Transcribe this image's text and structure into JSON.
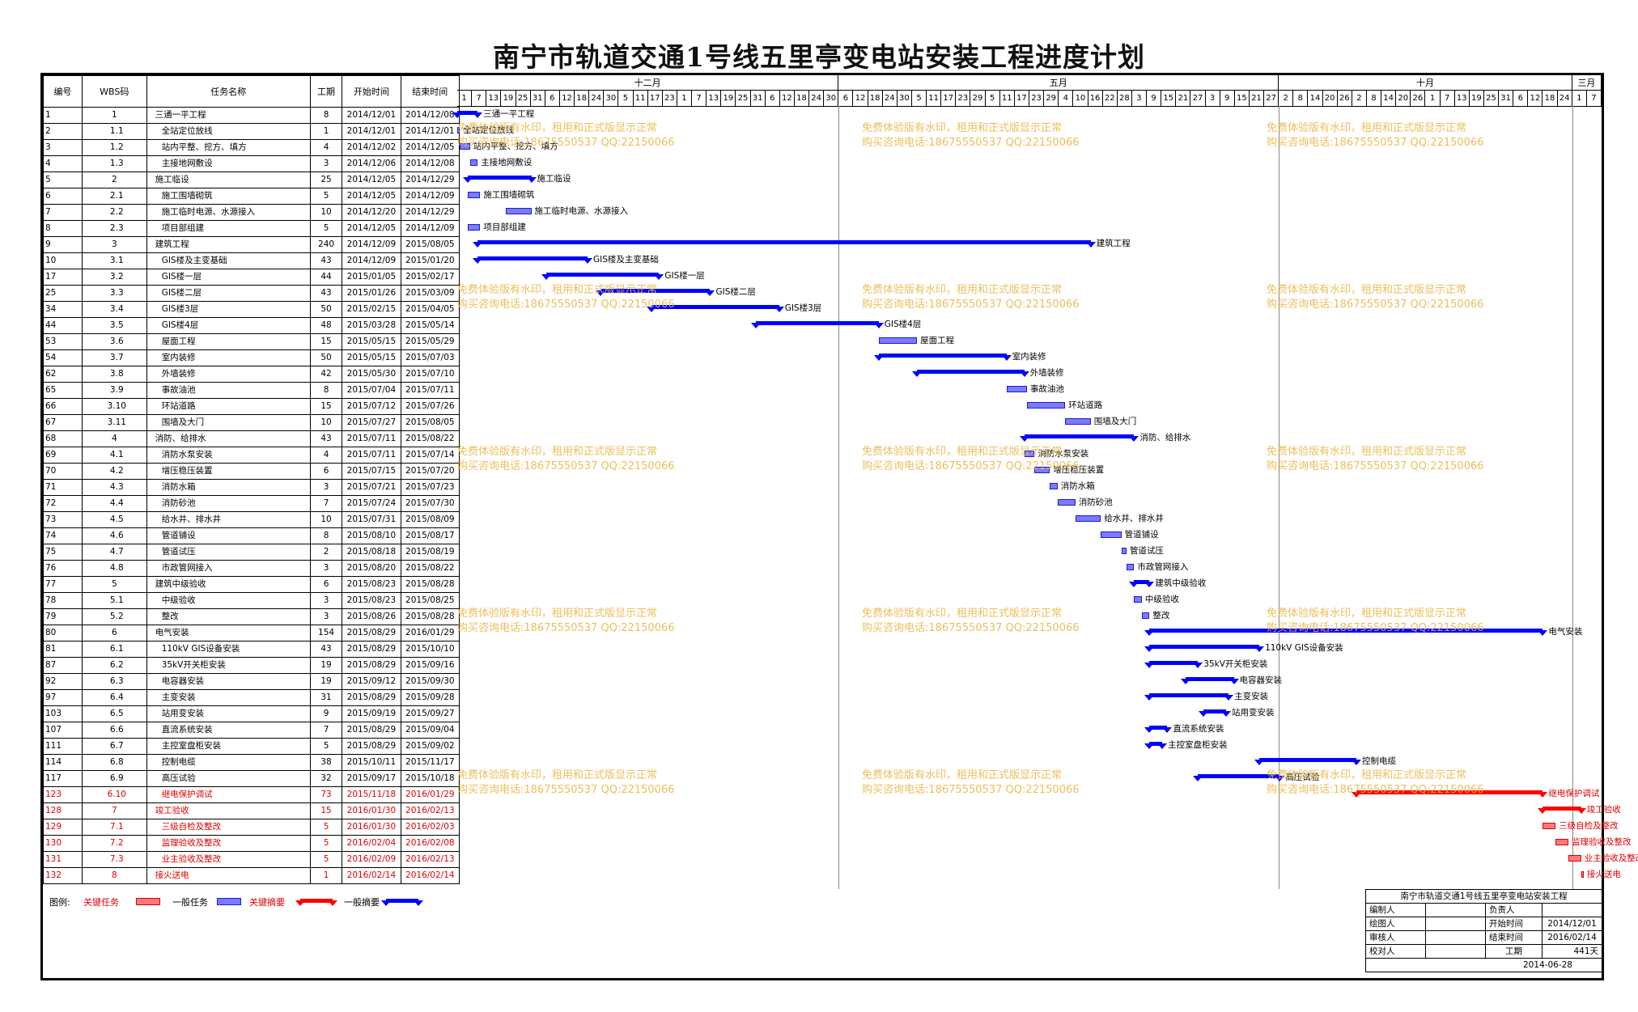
{
  "title": "南宁市轨道交通1号线五里亭变电站安装工程进度计划",
  "columns": [
    "编号",
    "WBS码",
    "任务名称",
    "工期",
    "开始时间",
    "结束时间"
  ],
  "timeline": {
    "months": [
      "十二月",
      "五月",
      "十月",
      "三月"
    ],
    "days": [
      "1",
      "7",
      "13",
      "19",
      "25",
      "31",
      "6",
      "12",
      "18",
      "24",
      "30",
      "5",
      "11",
      "17",
      "23",
      "1",
      "7",
      "13",
      "19",
      "25",
      "31",
      "6",
      "12",
      "18",
      "24",
      "30",
      "6",
      "12",
      "18",
      "24",
      "30",
      "5",
      "11",
      "17",
      "23",
      "29",
      "5",
      "11",
      "17",
      "23",
      "29",
      "4",
      "10",
      "16",
      "22",
      "28",
      "3",
      "9",
      "15",
      "21",
      "27",
      "3",
      "9",
      "15",
      "21",
      "27",
      "2",
      "8",
      "14",
      "20",
      "26",
      "2",
      "8",
      "14",
      "20",
      "26",
      "1",
      "7",
      "13",
      "19",
      "25",
      "31",
      "6",
      "12",
      "18",
      "24",
      "1",
      "7"
    ]
  },
  "tasks": [
    {
      "id": "1",
      "wbs": "1",
      "name": "三通一平工程",
      "dur": "8",
      "start": "2014/12/01",
      "end": "2014/12/08",
      "indent": 0,
      "type": "summary",
      "crit": false
    },
    {
      "id": "2",
      "wbs": "1.1",
      "name": "全站定位放线",
      "dur": "1",
      "start": "2014/12/01",
      "end": "2014/12/01",
      "indent": 1,
      "type": "task",
      "crit": false
    },
    {
      "id": "3",
      "wbs": "1.2",
      "name": "站内平整、挖方、填方",
      "dur": "4",
      "start": "2014/12/02",
      "end": "2014/12/05",
      "indent": 1,
      "type": "task",
      "crit": false
    },
    {
      "id": "4",
      "wbs": "1.3",
      "name": "主接地网敷设",
      "dur": "3",
      "start": "2014/12/06",
      "end": "2014/12/08",
      "indent": 1,
      "type": "task",
      "crit": false
    },
    {
      "id": "5",
      "wbs": "2",
      "name": "施工临设",
      "dur": "25",
      "start": "2014/12/05",
      "end": "2014/12/29",
      "indent": 0,
      "type": "summary",
      "crit": false
    },
    {
      "id": "6",
      "wbs": "2.1",
      "name": "施工围墙砌筑",
      "dur": "5",
      "start": "2014/12/05",
      "end": "2014/12/09",
      "indent": 1,
      "type": "task",
      "crit": false
    },
    {
      "id": "7",
      "wbs": "2.2",
      "name": "施工临时电源、水源接入",
      "dur": "10",
      "start": "2014/12/20",
      "end": "2014/12/29",
      "indent": 1,
      "type": "task",
      "crit": false
    },
    {
      "id": "8",
      "wbs": "2.3",
      "name": "项目部组建",
      "dur": "5",
      "start": "2014/12/05",
      "end": "2014/12/09",
      "indent": 1,
      "type": "task",
      "crit": false
    },
    {
      "id": "9",
      "wbs": "3",
      "name": "建筑工程",
      "dur": "240",
      "start": "2014/12/09",
      "end": "2015/08/05",
      "indent": 0,
      "type": "summary",
      "crit": false
    },
    {
      "id": "10",
      "wbs": "3.1",
      "name": "GIS楼及主变基础",
      "dur": "43",
      "start": "2014/12/09",
      "end": "2015/01/20",
      "indent": 1,
      "type": "summary",
      "crit": false
    },
    {
      "id": "17",
      "wbs": "3.2",
      "name": "GIS楼一层",
      "dur": "44",
      "start": "2015/01/05",
      "end": "2015/02/17",
      "indent": 1,
      "type": "summary",
      "crit": false
    },
    {
      "id": "25",
      "wbs": "3.3",
      "name": "GIS楼二层",
      "dur": "43",
      "start": "2015/01/26",
      "end": "2015/03/09",
      "indent": 1,
      "type": "summary",
      "crit": false
    },
    {
      "id": "34",
      "wbs": "3.4",
      "name": "GIS楼3层",
      "dur": "50",
      "start": "2015/02/15",
      "end": "2015/04/05",
      "indent": 1,
      "type": "summary",
      "crit": false
    },
    {
      "id": "44",
      "wbs": "3.5",
      "name": "GIS楼4层",
      "dur": "48",
      "start": "2015/03/28",
      "end": "2015/05/14",
      "indent": 1,
      "type": "summary",
      "crit": false
    },
    {
      "id": "53",
      "wbs": "3.6",
      "name": "屋面工程",
      "dur": "15",
      "start": "2015/05/15",
      "end": "2015/05/29",
      "indent": 1,
      "type": "task",
      "crit": false
    },
    {
      "id": "54",
      "wbs": "3.7",
      "name": "室内装修",
      "dur": "50",
      "start": "2015/05/15",
      "end": "2015/07/03",
      "indent": 1,
      "type": "summary",
      "crit": false
    },
    {
      "id": "62",
      "wbs": "3.8",
      "name": "外墙装修",
      "dur": "42",
      "start": "2015/05/30",
      "end": "2015/07/10",
      "indent": 1,
      "type": "summary",
      "crit": false
    },
    {
      "id": "65",
      "wbs": "3.9",
      "name": "事故油池",
      "dur": "8",
      "start": "2015/07/04",
      "end": "2015/07/11",
      "indent": 1,
      "type": "task",
      "crit": false
    },
    {
      "id": "66",
      "wbs": "3.10",
      "name": "环站道路",
      "dur": "15",
      "start": "2015/07/12",
      "end": "2015/07/26",
      "indent": 1,
      "type": "task",
      "crit": false
    },
    {
      "id": "67",
      "wbs": "3.11",
      "name": "围墙及大门",
      "dur": "10",
      "start": "2015/07/27",
      "end": "2015/08/05",
      "indent": 1,
      "type": "task",
      "crit": false
    },
    {
      "id": "68",
      "wbs": "4",
      "name": "消防、给排水",
      "dur": "43",
      "start": "2015/07/11",
      "end": "2015/08/22",
      "indent": 0,
      "type": "summary",
      "crit": false
    },
    {
      "id": "69",
      "wbs": "4.1",
      "name": "消防水泵安装",
      "dur": "4",
      "start": "2015/07/11",
      "end": "2015/07/14",
      "indent": 1,
      "type": "task",
      "crit": false
    },
    {
      "id": "70",
      "wbs": "4.2",
      "name": "增压稳压装置",
      "dur": "6",
      "start": "2015/07/15",
      "end": "2015/07/20",
      "indent": 1,
      "type": "task",
      "crit": false
    },
    {
      "id": "71",
      "wbs": "4.3",
      "name": "消防水箱",
      "dur": "3",
      "start": "2015/07/21",
      "end": "2015/07/23",
      "indent": 1,
      "type": "task",
      "crit": false
    },
    {
      "id": "72",
      "wbs": "4.4",
      "name": "消防砂池",
      "dur": "7",
      "start": "2015/07/24",
      "end": "2015/07/30",
      "indent": 1,
      "type": "task",
      "crit": false
    },
    {
      "id": "73",
      "wbs": "4.5",
      "name": "给水井、排水井",
      "dur": "10",
      "start": "2015/07/31",
      "end": "2015/08/09",
      "indent": 1,
      "type": "task",
      "crit": false
    },
    {
      "id": "74",
      "wbs": "4.6",
      "name": "管道铺设",
      "dur": "8",
      "start": "2015/08/10",
      "end": "2015/08/17",
      "indent": 1,
      "type": "task",
      "crit": false
    },
    {
      "id": "75",
      "wbs": "4.7",
      "name": "管道试压",
      "dur": "2",
      "start": "2015/08/18",
      "end": "2015/08/19",
      "indent": 1,
      "type": "task",
      "crit": false
    },
    {
      "id": "76",
      "wbs": "4.8",
      "name": "市政管网接入",
      "dur": "3",
      "start": "2015/08/20",
      "end": "2015/08/22",
      "indent": 1,
      "type": "task",
      "crit": false
    },
    {
      "id": "77",
      "wbs": "5",
      "name": "建筑中级验收",
      "dur": "6",
      "start": "2015/08/23",
      "end": "2015/08/28",
      "indent": 0,
      "type": "summary",
      "crit": false
    },
    {
      "id": "78",
      "wbs": "5.1",
      "name": "中级验收",
      "dur": "3",
      "start": "2015/08/23",
      "end": "2015/08/25",
      "indent": 1,
      "type": "task",
      "crit": false
    },
    {
      "id": "79",
      "wbs": "5.2",
      "name": "整改",
      "dur": "3",
      "start": "2015/08/26",
      "end": "2015/08/28",
      "indent": 1,
      "type": "task",
      "crit": false
    },
    {
      "id": "80",
      "wbs": "6",
      "name": "电气安装",
      "dur": "154",
      "start": "2015/08/29",
      "end": "2016/01/29",
      "indent": 0,
      "type": "summary",
      "crit": false
    },
    {
      "id": "81",
      "wbs": "6.1",
      "name": "110kV GIS设备安装",
      "dur": "43",
      "start": "2015/08/29",
      "end": "2015/10/10",
      "indent": 1,
      "type": "summary",
      "crit": false
    },
    {
      "id": "87",
      "wbs": "6.2",
      "name": "35kV开关柜安装",
      "dur": "19",
      "start": "2015/08/29",
      "end": "2015/09/16",
      "indent": 1,
      "type": "summary",
      "crit": false
    },
    {
      "id": "92",
      "wbs": "6.3",
      "name": "电容器安装",
      "dur": "19",
      "start": "2015/09/12",
      "end": "2015/09/30",
      "indent": 1,
      "type": "summary",
      "crit": false
    },
    {
      "id": "97",
      "wbs": "6.4",
      "name": "主变安装",
      "dur": "31",
      "start": "2015/08/29",
      "end": "2015/09/28",
      "indent": 1,
      "type": "summary",
      "crit": false
    },
    {
      "id": "103",
      "wbs": "6.5",
      "name": "站用变安装",
      "dur": "9",
      "start": "2015/09/19",
      "end": "2015/09/27",
      "indent": 1,
      "type": "summary",
      "crit": false
    },
    {
      "id": "107",
      "wbs": "6.6",
      "name": "直流系统安装",
      "dur": "7",
      "start": "2015/08/29",
      "end": "2015/09/04",
      "indent": 1,
      "type": "summary",
      "crit": false
    },
    {
      "id": "111",
      "wbs": "6.7",
      "name": "主控室盘柜安装",
      "dur": "5",
      "start": "2015/08/29",
      "end": "2015/09/02",
      "indent": 1,
      "type": "summary",
      "crit": false
    },
    {
      "id": "114",
      "wbs": "6.8",
      "name": "控制电缆",
      "dur": "38",
      "start": "2015/10/11",
      "end": "2015/11/17",
      "indent": 1,
      "type": "summary",
      "crit": false
    },
    {
      "id": "117",
      "wbs": "6.9",
      "name": "高压试验",
      "dur": "32",
      "start": "2015/09/17",
      "end": "2015/10/18",
      "indent": 1,
      "type": "summary",
      "crit": false
    },
    {
      "id": "123",
      "wbs": "6.10",
      "name": "继电保护调试",
      "dur": "73",
      "start": "2015/11/18",
      "end": "2016/01/29",
      "indent": 1,
      "type": "summary",
      "crit": true
    },
    {
      "id": "128",
      "wbs": "7",
      "name": "竣工验收",
      "dur": "15",
      "start": "2016/01/30",
      "end": "2016/02/13",
      "indent": 0,
      "type": "summary",
      "crit": true
    },
    {
      "id": "129",
      "wbs": "7.1",
      "name": "三级自检及整改",
      "dur": "5",
      "start": "2016/01/30",
      "end": "2016/02/03",
      "indent": 1,
      "type": "task",
      "crit": true
    },
    {
      "id": "130",
      "wbs": "7.2",
      "name": "监理验收及整改",
      "dur": "5",
      "start": "2016/02/04",
      "end": "2016/02/08",
      "indent": 1,
      "type": "task",
      "crit": true
    },
    {
      "id": "131",
      "wbs": "7.3",
      "name": "业主验收及整改",
      "dur": "5",
      "start": "2016/02/09",
      "end": "2016/02/13",
      "indent": 1,
      "type": "task",
      "crit": true
    },
    {
      "id": "132",
      "wbs": "8",
      "name": "接火送电",
      "dur": "1",
      "start": "2016/02/14",
      "end": "2016/02/14",
      "indent": 0,
      "type": "task",
      "crit": true
    }
  ],
  "watermark": {
    "line1": "免费体验版有水印，租用和正式版显示正常",
    "line2": "购买咨询电话:18675550537 QQ:22150066"
  },
  "legend": {
    "label": "图例:",
    "items": [
      "关键任务",
      "一般任务",
      "关键摘要",
      "一般摘要"
    ]
  },
  "info": {
    "project": "南宁市轨道交通1号线五里亭变电站安装工程",
    "editor_label": "编制人",
    "owner_label": "负责人",
    "drawer_label": "绘图人",
    "start_label": "开始时间",
    "start": "2014/12/01",
    "reviewer_label": "审核人",
    "end_label": "结束时间",
    "end": "2016/02/14",
    "checker_label": "校对人",
    "dur_label": "工期",
    "dur": "441天",
    "date": "2014-06-28"
  },
  "colors": {
    "normal": "#0000ff",
    "critical": "#ff0000",
    "taskFill": "#7b7bff",
    "critFill": "#ff7b7b",
    "watermark": "#ebb84a"
  }
}
